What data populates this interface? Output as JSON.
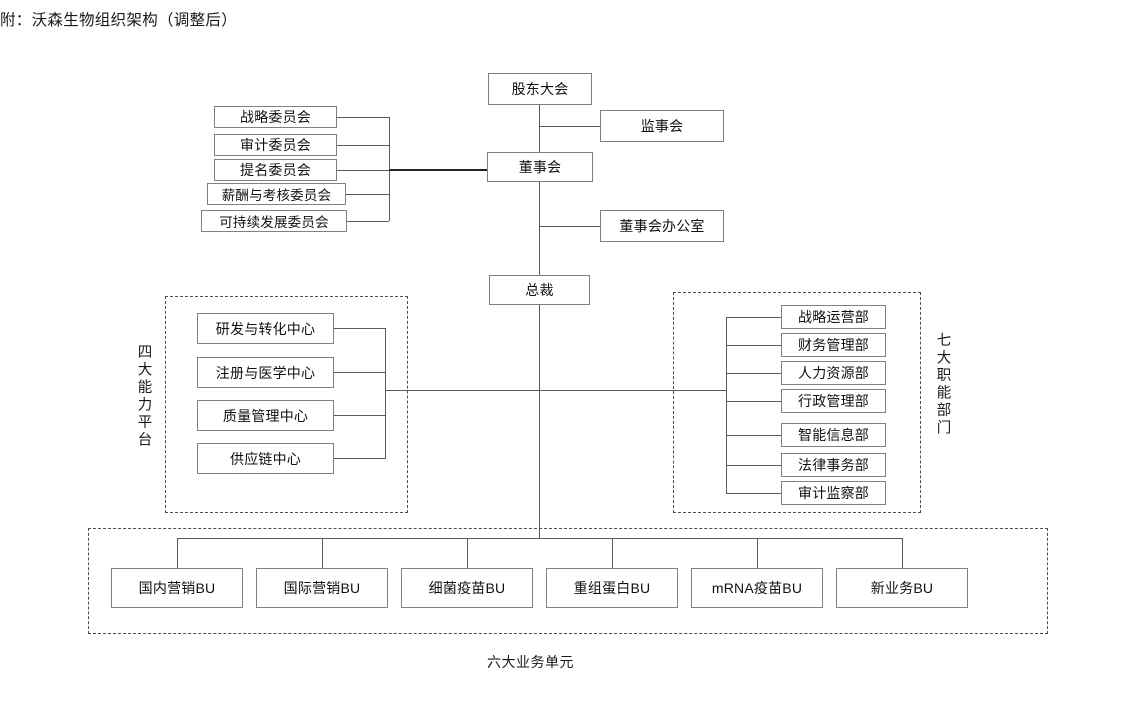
{
  "document": {
    "title": "附：沃森生物组织架构（调整后）"
  },
  "governance": {
    "shareholders_meeting": "股东大会",
    "supervisory_board": "监事会",
    "board_of_directors": "董事会",
    "board_office": "董事会办公室",
    "president": "总裁"
  },
  "committees": {
    "items": [
      {
        "label": "战略委员会"
      },
      {
        "label": "审计委员会"
      },
      {
        "label": "提名委员会"
      },
      {
        "label": "薪酬与考核委员会"
      },
      {
        "label": "可持续发展委员会"
      }
    ]
  },
  "capability_platforms": {
    "group_label": "四大能力平台",
    "items": [
      {
        "label": "研发与转化中心"
      },
      {
        "label": "注册与医学中心"
      },
      {
        "label": "质量管理中心"
      },
      {
        "label": "供应链中心"
      }
    ]
  },
  "functional_departments": {
    "group_label": "七大职能部门",
    "items": [
      {
        "label": "战略运营部"
      },
      {
        "label": "财务管理部"
      },
      {
        "label": "人力资源部"
      },
      {
        "label": "行政管理部"
      },
      {
        "label": "智能信息部"
      },
      {
        "label": "法律事务部"
      },
      {
        "label": "审计监察部"
      }
    ]
  },
  "business_units": {
    "group_caption": "六大业务单元",
    "items": [
      {
        "label": "国内营销BU"
      },
      {
        "label": "国际营销BU"
      },
      {
        "label": "细菌疫苗BU"
      },
      {
        "label": "重组蛋白BU"
      },
      {
        "label": "mRNA疫苗BU"
      },
      {
        "label": "新业务BU"
      }
    ]
  },
  "colors": {
    "box_border": "#808080",
    "line": "#5a5a5a",
    "line_emphasis": "#262626",
    "frame_dashed": "#4d4d4d",
    "text": "#111111",
    "background": "#ffffff"
  }
}
